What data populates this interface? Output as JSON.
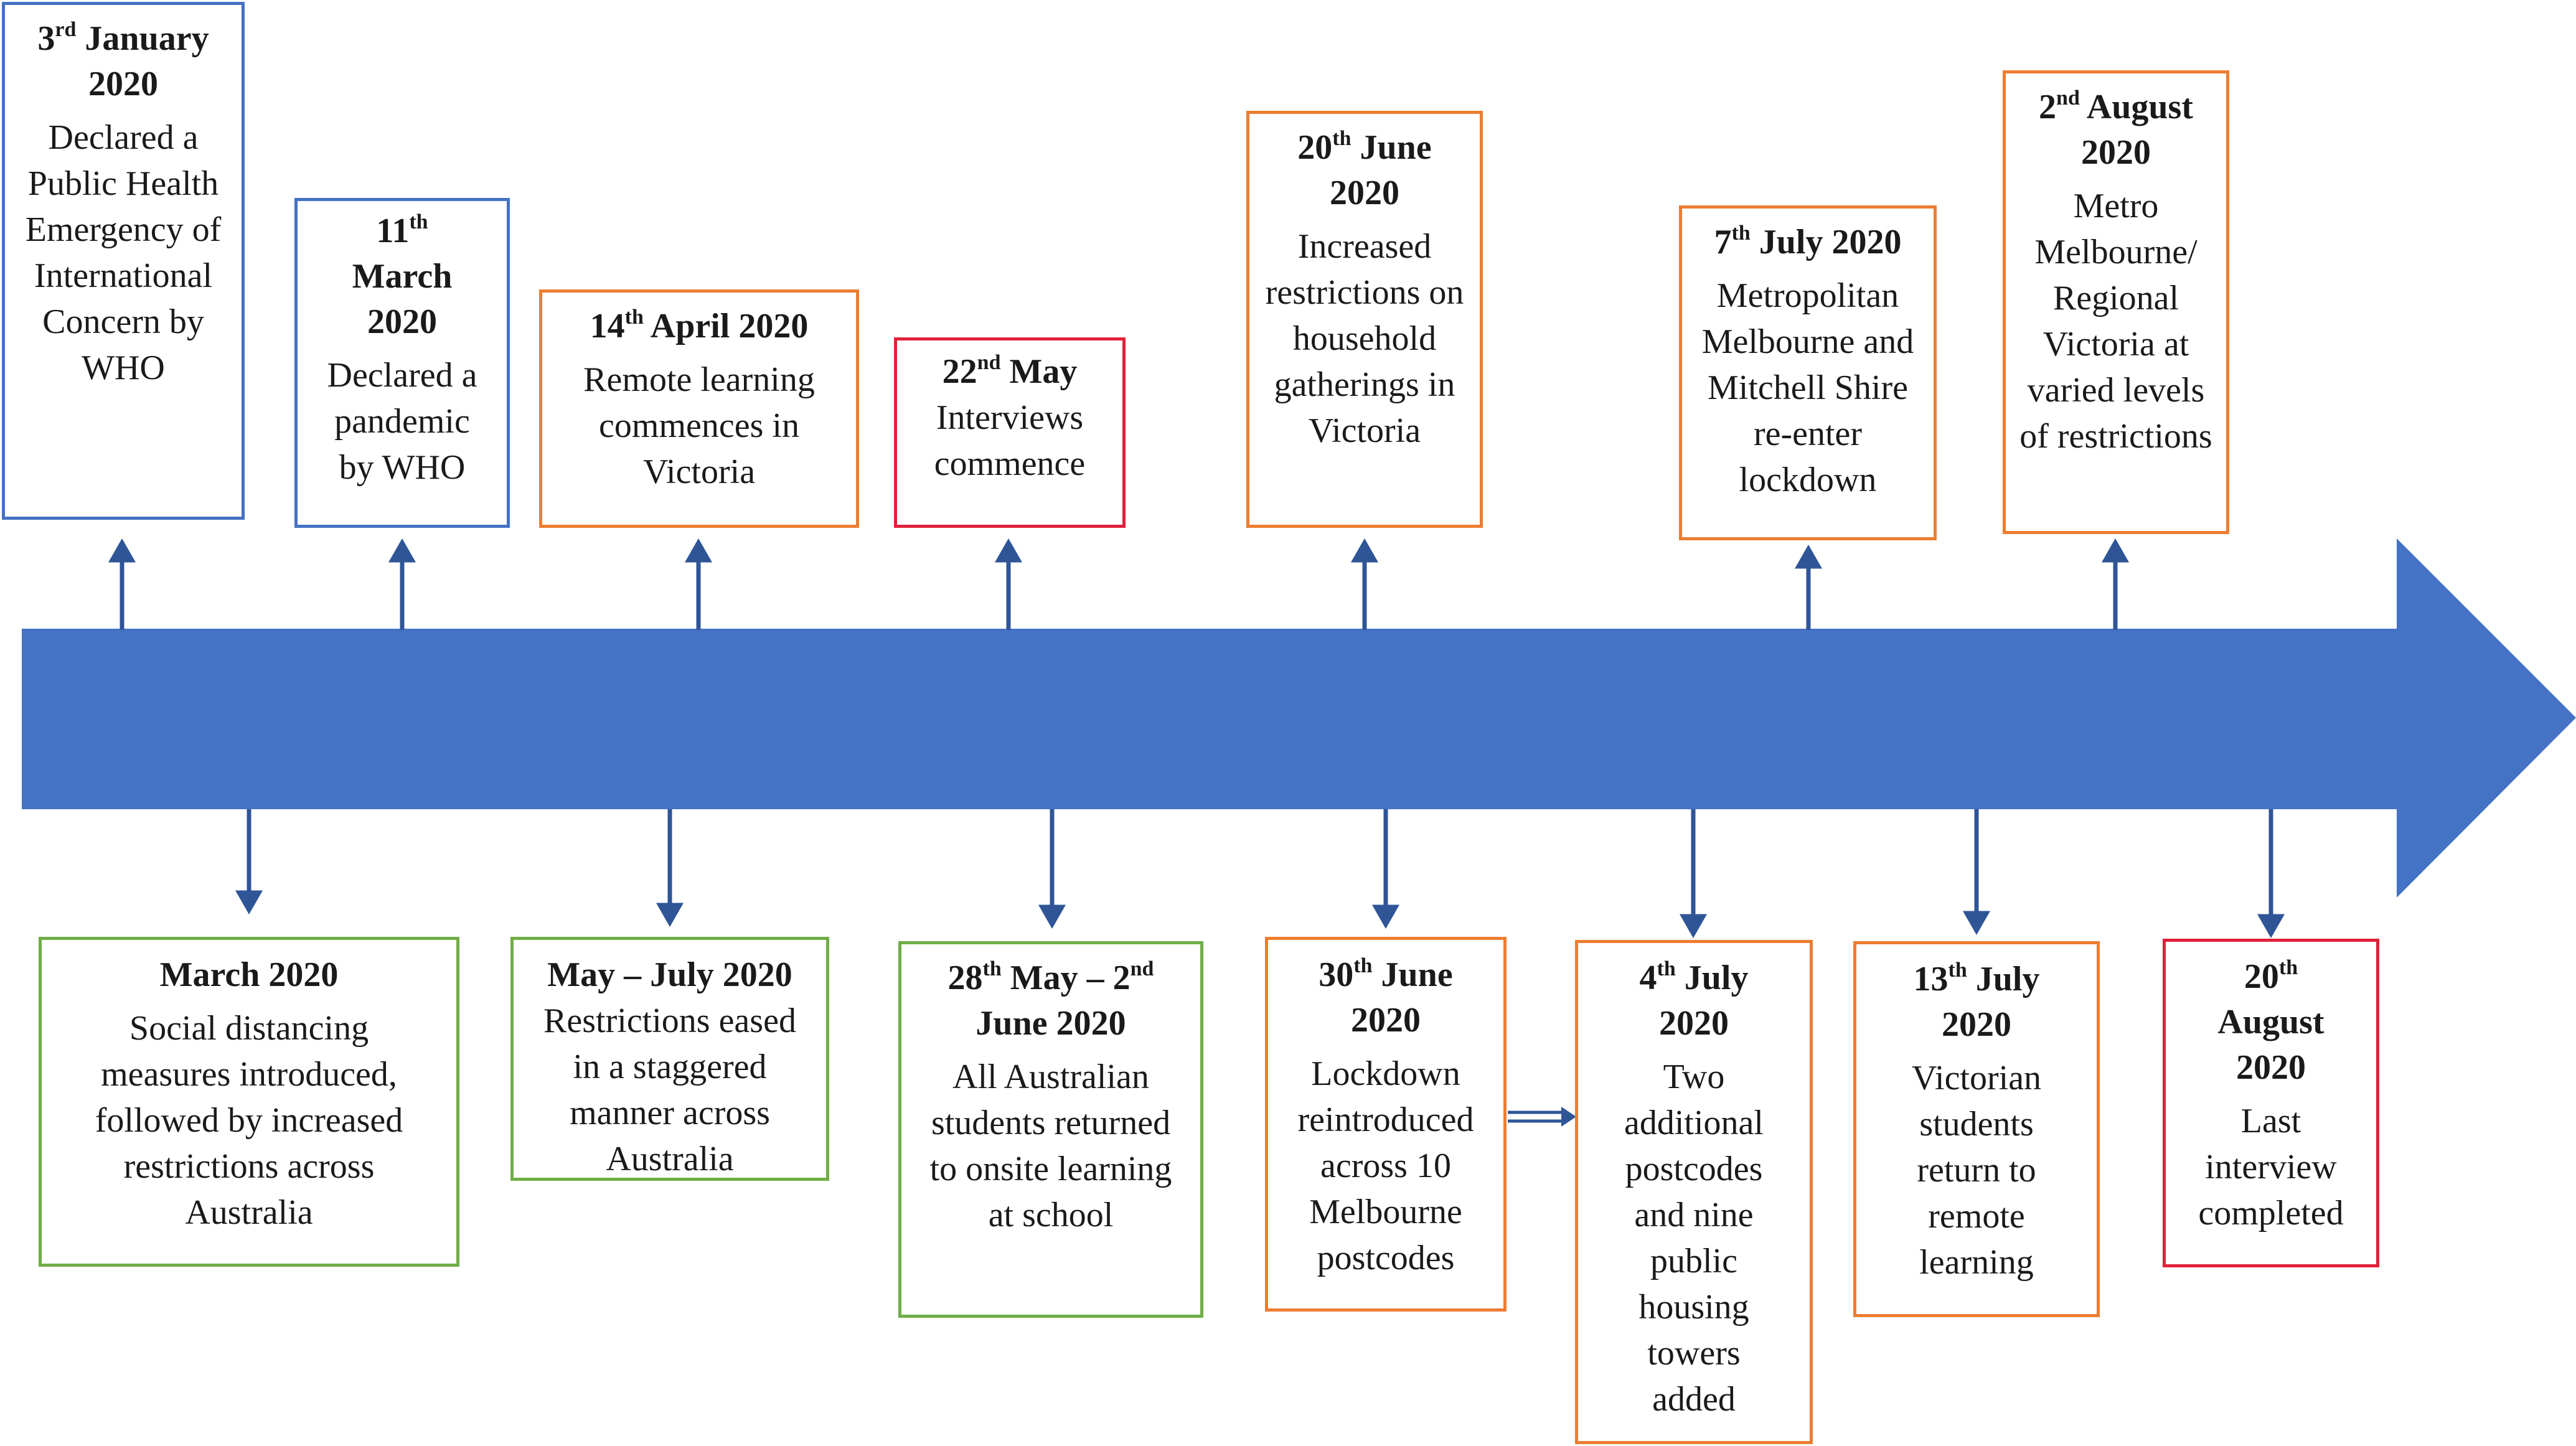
{
  "colors": {
    "arrow": "#4472c4",
    "blue_border": "#4472c4",
    "orange_border": "#ed7d31",
    "red_border": "#e0213a",
    "green_border": "#70ad47",
    "connector": "#2f5597"
  },
  "top_events": [
    {
      "day": "3",
      "suffix": "rd",
      "rest": " January 2020",
      "desc": "Declared a Public Health Emergency of International Concern by WHO",
      "color": "blue"
    },
    {
      "day": "11",
      "suffix": "th",
      "rest": " March 2020",
      "desc": "Declared a pandemic by WHO",
      "color": "blue"
    },
    {
      "day": "14",
      "suffix": "th",
      "rest": " April 2020",
      "desc": "Remote learning commences in Victoria",
      "color": "orange"
    },
    {
      "day": "22",
      "suffix": "nd",
      "rest": " May",
      "desc": "Interviews commence",
      "color": "red"
    },
    {
      "day": "20",
      "suffix": "th",
      "rest": " June 2020",
      "desc": "Increased restrictions on household gatherings in Victoria",
      "color": "orange"
    },
    {
      "day": "7",
      "suffix": "th",
      "rest": " July 2020",
      "desc": "Metropolitan Melbourne and Mitchell Shire re-enter lockdown",
      "color": "orange"
    },
    {
      "day": "2",
      "suffix": "nd",
      "rest": " August 2020",
      "desc": "Metro Melbourne/ Regional Victoria at varied levels of restrictions",
      "color": "orange"
    }
  ],
  "bottom_events": [
    {
      "date": "March 2020",
      "desc": "Social distancing measures introduced, followed by increased restrictions across Australia",
      "color": "green"
    },
    {
      "date": "May – July 2020",
      "desc": "Restrictions eased in a staggered manner across Australia",
      "color": "green"
    },
    {
      "day": "28",
      "suffix": "th",
      "rest": " May – 2",
      "suffix2": "nd",
      "rest2": " June 2020",
      "desc": "All Australian students returned to onsite learning at school",
      "color": "green"
    },
    {
      "day": "30",
      "suffix": "th",
      "rest": " June 2020",
      "desc": "Lockdown reintroduced across 10 Melbourne postcodes",
      "color": "orange"
    },
    {
      "day": "4",
      "suffix": "th",
      "rest": " July 2020",
      "desc": "Two additional postcodes and nine public housing towers added",
      "color": "orange"
    },
    {
      "day": "13",
      "suffix": "th",
      "rest": " July 2020",
      "desc": "Victorian students return to remote learning",
      "color": "orange"
    },
    {
      "day": "20",
      "suffix": "th",
      "rest": " August 2020",
      "desc": "Last interview completed",
      "color": "red"
    }
  ]
}
